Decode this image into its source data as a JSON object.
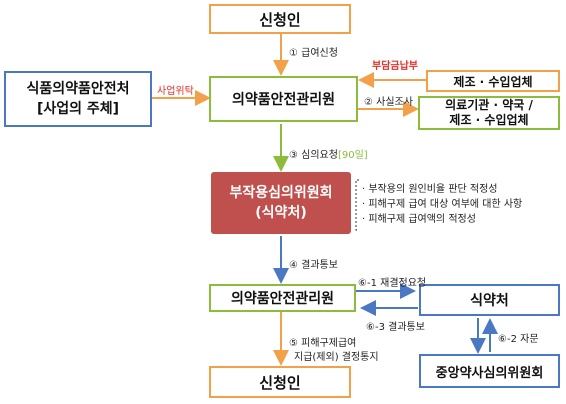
{
  "colors": {
    "orange": "#f2a049",
    "green": "#8bbd3a",
    "blue": "#4a78c2",
    "red": "#c0504d",
    "label_red": "#e2322c"
  },
  "boxes": {
    "applicant_top": "신청인",
    "food_drug_ministry_line1": "식품의약품안전처",
    "food_drug_ministry_line2": "[사업의 주체]",
    "agency_top": "의약품안전관리원",
    "manufacturer": "제조 · 수입업체",
    "medical_line1": "의료기관 · 약국 /",
    "medical_line2": "제조 · 수입업체",
    "committee_line1": "부작용심의위원회",
    "committee_line2": "(식약처)",
    "agency_bottom": "의약품안전관리원",
    "mfds": "식약처",
    "central_committee": "중앙약사심의위원회",
    "applicant_bottom": "신청인"
  },
  "labels": {
    "step1": "① 급여신청",
    "delegation": "사업위탁",
    "contribution": "부담금납부",
    "step2": "② 사실조사",
    "step3_main": "③ 심의요청",
    "step3_days": "[90일]",
    "step4": "④ 결과통보",
    "step6_1": "⑥-1 재결정요청",
    "step6_2": "⑥-2 자문",
    "step6_3": "⑥-3 결과통보",
    "step5_line1": "⑤ 피해구제급여",
    "step5_line2": "지급(제외) 결정통지"
  },
  "review_items": [
    "· 부작용의 원인비율 판단 적정성",
    "· 피해구제 급여 대상 여부에 대한 사항",
    "· 피해구제 급여액의 적정성"
  ]
}
